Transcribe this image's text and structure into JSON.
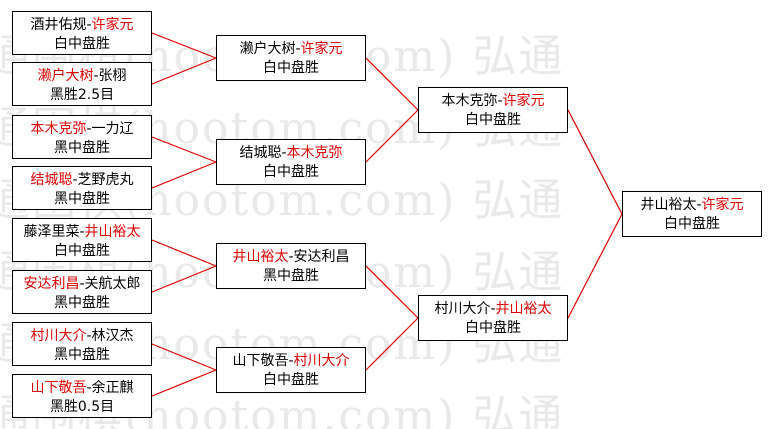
{
  "watermark": "弘通围棋(hootom.com) 弘通",
  "colors": {
    "winner": "#e00000",
    "text": "#000000",
    "connector": "#e00000",
    "border": "#000000"
  },
  "round1": [
    {
      "p1": "酒井佑规",
      "p2": "许家元",
      "winner": 2,
      "result": "白中盘胜"
    },
    {
      "p1": "濑户大树",
      "p2": "张栩",
      "winner": 1,
      "result": "黑胜2.5目"
    },
    {
      "p1": "本木克弥",
      "p2": "一力辽",
      "winner": 1,
      "result": "黑中盘胜"
    },
    {
      "p1": "结城聪",
      "p2": "芝野虎丸",
      "winner": 1,
      "result": "黑中盘胜"
    },
    {
      "p1": "藤泽里菜",
      "p2": "井山裕太",
      "winner": 2,
      "result": "白中盘胜"
    },
    {
      "p1": "安达利昌",
      "p2": "关航太郎",
      "winner": 1,
      "result": "黑中盘胜"
    },
    {
      "p1": "村川大介",
      "p2": "林汉杰",
      "winner": 1,
      "result": "黑中盘胜"
    },
    {
      "p1": "山下敬吾",
      "p2": "余正麒",
      "winner": 1,
      "result": "黑胜0.5目"
    }
  ],
  "round2": [
    {
      "p1": "濑户大树",
      "p2": "许家元",
      "winner": 2,
      "result": "白中盘胜"
    },
    {
      "p1": "结城聪",
      "p2": "本木克弥",
      "winner": 2,
      "result": "白中盘胜"
    },
    {
      "p1": "井山裕太",
      "p2": "安达利昌",
      "winner": 1,
      "result": "黑中盘胜"
    },
    {
      "p1": "山下敬吾",
      "p2": "村川大介",
      "winner": 2,
      "result": "白中盘胜"
    }
  ],
  "round3": [
    {
      "p1": "本木克弥",
      "p2": "许家元",
      "winner": 2,
      "result": "白中盘胜"
    },
    {
      "p1": "村川大介",
      "p2": "井山裕太",
      "winner": 2,
      "result": "白中盘胜"
    }
  ],
  "final": [
    {
      "p1": "井山裕太",
      "p2": "许家元",
      "winner": 2,
      "result": "白中盘胜"
    }
  ]
}
